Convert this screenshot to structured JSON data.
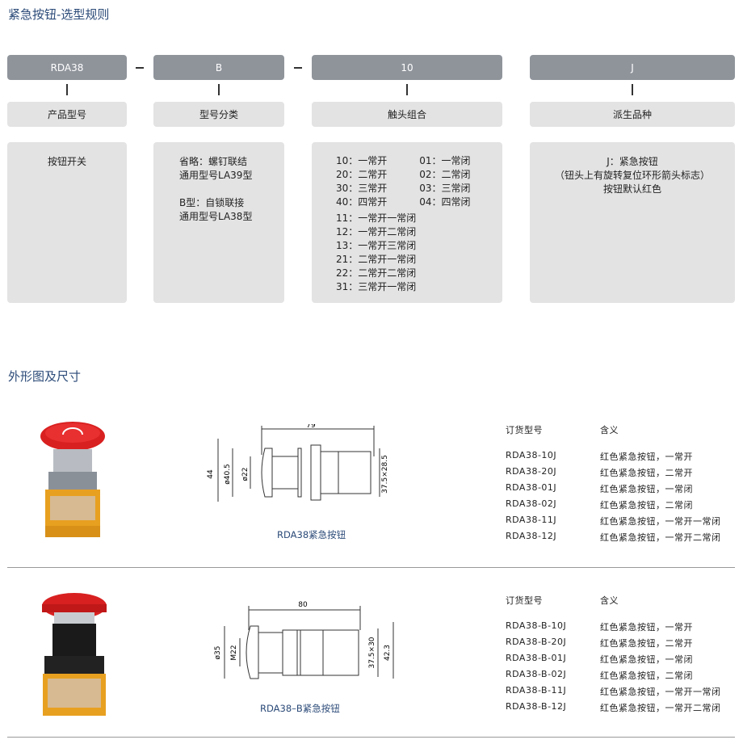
{
  "title": "紧急按钮-选型规则",
  "rule": {
    "headers": [
      "RDA38",
      "B",
      "10",
      "J"
    ],
    "separator": "–",
    "labels": [
      "产品型号",
      "型号分类",
      "触头组合",
      "派生品种"
    ],
    "col1": [
      "按钮开关"
    ],
    "col2": [
      "省略：螺钉联结",
      "通用型号LA39型",
      "",
      "B型：自锁联接",
      "通用型号LA38型"
    ],
    "col3_left": [
      "10：一常开",
      "20：二常开",
      "30：三常开",
      "40：四常开"
    ],
    "col3_right": [
      "01：一常闭",
      "02：二常闭",
      "03：三常闭",
      "04：四常闭"
    ],
    "col3_list": [
      "11：一常开一常闭",
      "12：一常开二常闭",
      "13：一常开三常闭",
      "21：二常开一常闭",
      "22：二常开二常闭",
      "31：三常开一常闭"
    ],
    "col4": [
      "J：紧急按钮",
      "（钮头上有旋转复位环形箭头标志）",
      "按钮默认红色"
    ]
  },
  "section2_title": "外形图及尺寸",
  "products": [
    {
      "caption": "RDA38紧急按钮",
      "dims": {
        "length": "79",
        "height": "44",
        "dia1": "ø40.5",
        "dia2": "ø22",
        "body": "37.5×28.5"
      },
      "table_headers": [
        "订货型号",
        "含义"
      ],
      "rows": [
        [
          "RDA38-10J",
          "红色紧急按钮，一常开"
        ],
        [
          "RDA38-20J",
          "红色紧急按钮，二常开"
        ],
        [
          "RDA38-01J",
          "红色紧急按钮，一常闭"
        ],
        [
          "RDA38-02J",
          "红色紧急按钮，二常闭"
        ],
        [
          "RDA38-11J",
          "红色紧急按钮，一常开一常闭"
        ],
        [
          "RDA38-12J",
          "红色紧急按钮，一常开二常闭"
        ]
      ]
    },
    {
      "caption": "RDA38–B紧急按钮",
      "dims": {
        "length": "80",
        "dia1": "ø35",
        "dia2": "M22",
        "body": "37.5×30",
        "height": "42.3"
      },
      "table_headers": [
        "订货型号",
        "含义"
      ],
      "rows": [
        [
          "RDA38-B-10J",
          "红色紧急按钮，一常开"
        ],
        [
          "RDA38-B-20J",
          "红色紧急按钮，二常开"
        ],
        [
          "RDA38-B-01J",
          "红色紧急按钮，一常闭"
        ],
        [
          "RDA38-B-02J",
          "红色紧急按钮，二常闭"
        ],
        [
          "RDA38-B-11J",
          "红色紧急按钮，一常开一常闭"
        ],
        [
          "RDA38-B-12J",
          "红色紧急按钮，一常开二常闭"
        ]
      ]
    }
  ]
}
